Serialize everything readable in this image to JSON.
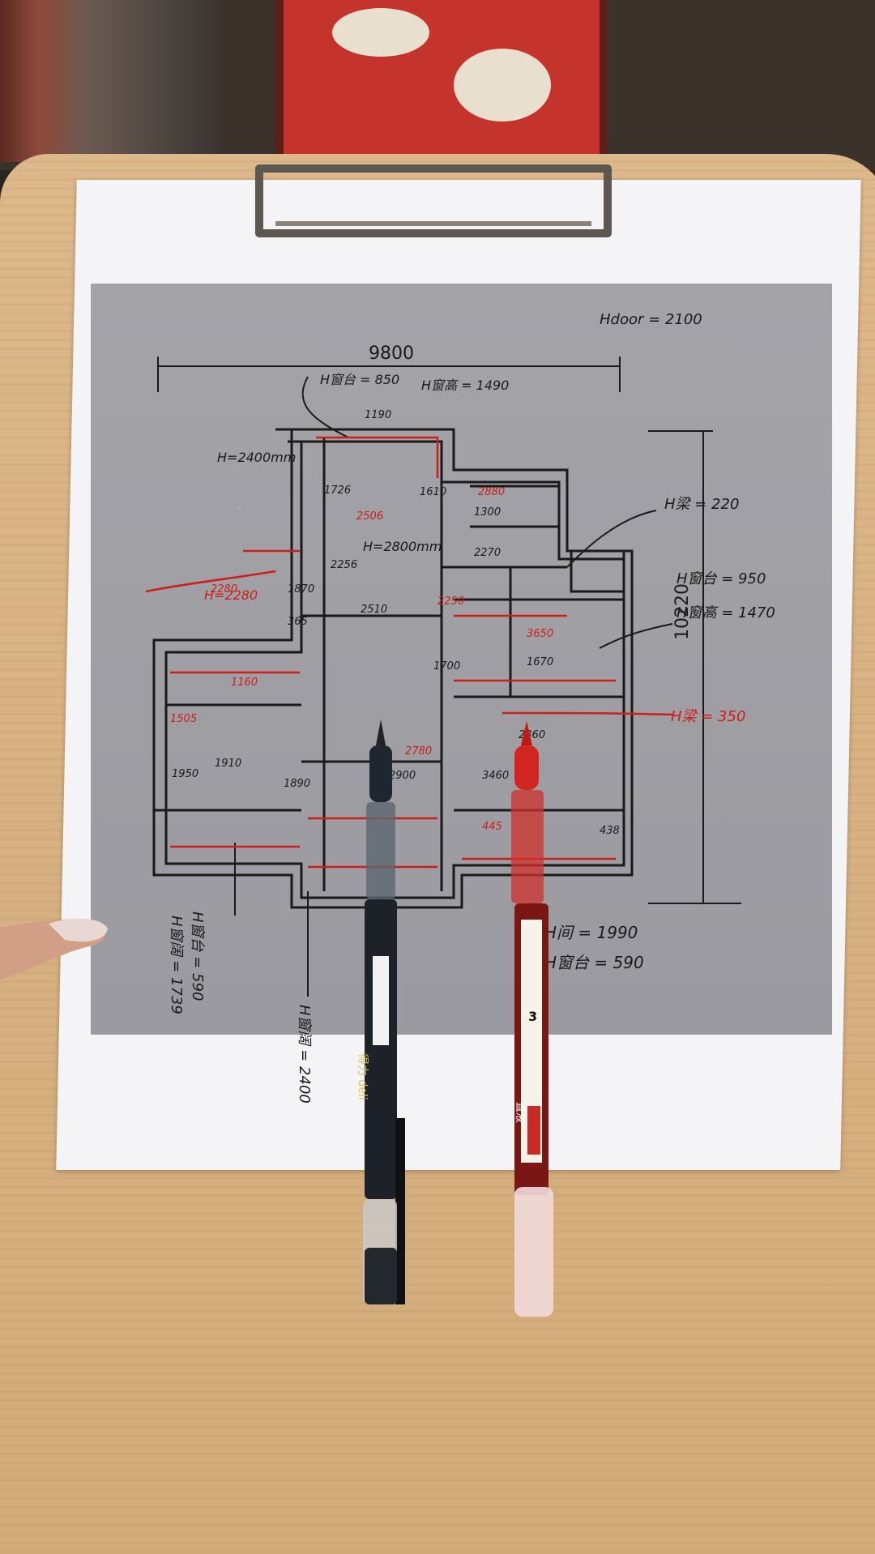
{
  "annotations": {
    "top_width": "9800",
    "right_height": "10220",
    "h_door": "Hdoor = 2100",
    "h1": "H窗台 = 850",
    "h2": "H窗高 = 1490",
    "h3": "H梁 = 220",
    "h4": "H窗台 = 950",
    "h5": "H窗高 = 1470",
    "h6": "H梁 = 350",
    "h7": "H=2400mm",
    "h8": "H=2280",
    "h9": "H=2800mm",
    "h10": "H窗台 = 590",
    "h11": "H窗阔 = 1739",
    "h12": "H间 = 1990",
    "h13": "H窗台 = 590",
    "h14": "H窗阔 = 2400",
    "dims": [
      "1190",
      "2506",
      "1610",
      "1726",
      "2250",
      "2510",
      "2256",
      "2280",
      "1870",
      "365",
      "1160",
      "2360",
      "3460",
      "3650",
      "1670",
      "1700",
      "2780",
      "1910",
      "2900",
      "445",
      "438",
      "1950",
      "2880",
      "1300",
      "2270",
      "1505",
      "1890"
    ]
  },
  "pens": {
    "black_brand": "得力 deli",
    "red_label": "3",
    "red_brand": "直液"
  },
  "colors": {
    "print_gray": "#9e9ea3",
    "ink_black": "#1a1a1a",
    "ink_red": "#cc1f1a",
    "wood": "#d8b283"
  }
}
